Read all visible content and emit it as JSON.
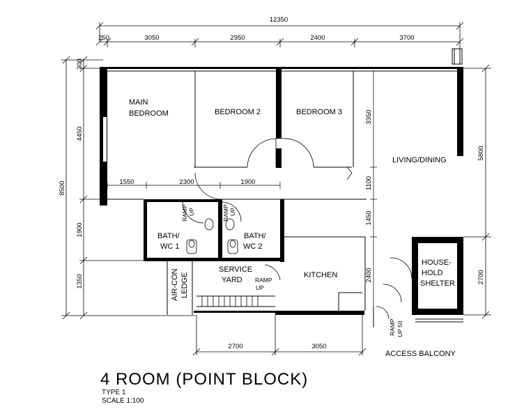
{
  "title": "4 ROOM (POINT BLOCK)",
  "subtitle_type": "TYPE 1",
  "subtitle_scale": "SCALE  1:100",
  "rooms": {
    "main_bedroom_1": "MAIN",
    "main_bedroom_2": "BEDROOM",
    "bedroom2": "BEDROOM 2",
    "bedroom3": "BEDROOM 3",
    "living": "LIVING/DINING",
    "bath1_1": "BATH/",
    "bath1_2": "WC 1",
    "bath2_1": "BATH/",
    "bath2_2": "WC 2",
    "service_1": "SERVICE",
    "service_2": "YARD",
    "kitchen": "KITCHEN",
    "shelter_1": "HOUSE-",
    "shelter_2": "HOLD",
    "shelter_3": "SHELTER",
    "aircon_1": "AIR-CON",
    "aircon_2": "LEDGE",
    "access_balcony": "ACCESS BALCONY"
  },
  "ramps": {
    "r1_a": "RAMP",
    "r1_b": "UP",
    "r2_a": "RAMP",
    "r2_b": "UP",
    "r3_a": "RAMP",
    "r3_b": "UP",
    "r4_a": "RAMP",
    "r4_b": "UP 50"
  },
  "dimensions": {
    "top_total": "12350",
    "top_a": "250",
    "top_b": "3050",
    "top_c": "2950",
    "top_d": "2400",
    "top_e": "3700",
    "left_total": "8500",
    "left_a": "300",
    "left_b": "4450",
    "left_c": "1900",
    "left_d": "1350",
    "right_a": "5800",
    "right_b": "2700",
    "inner_3350": "3350",
    "inner_1100": "1100",
    "inner_1450": "1450",
    "inner_2400": "2400",
    "mid_1550": "1550",
    "mid_2300": "2300",
    "mid_1900": "1900",
    "bottom_a": "2700",
    "bottom_b": "3050"
  }
}
